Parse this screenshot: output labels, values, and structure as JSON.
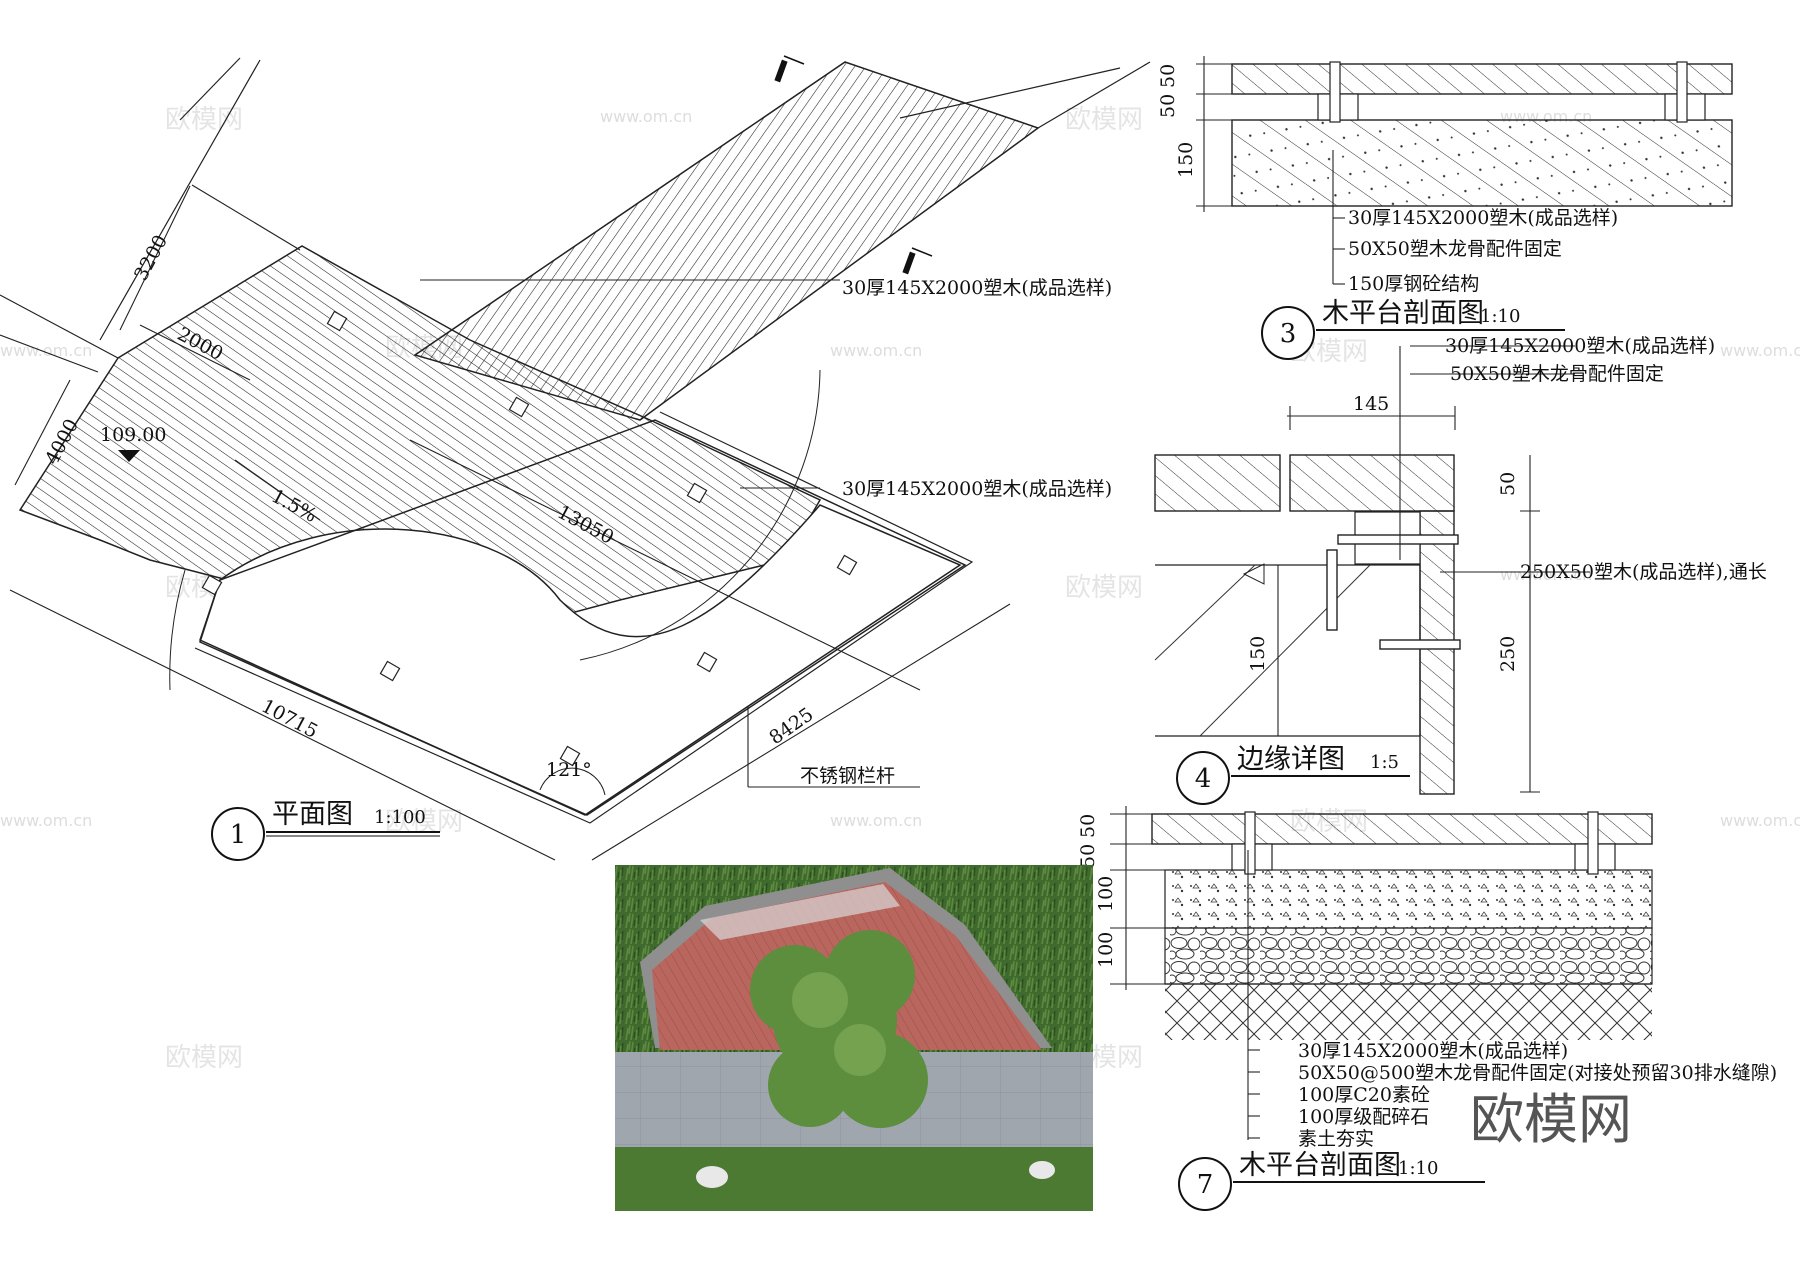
{
  "plan": {
    "title": "平面图",
    "scale": "1:100",
    "number": "1",
    "elevation": "109.00",
    "slope": "1.5%",
    "angle": "121°",
    "dims": {
      "d3200": "3200",
      "d2000": "2000",
      "d4000": "4000",
      "d13050": "13050",
      "d10715": "10715",
      "d8425": "8425"
    },
    "notes": {
      "decking_upper": "30厚145X2000塑木(成品选样)",
      "decking_lower": "30厚145X2000塑木(成品选样)",
      "railing": "不锈钢栏杆"
    }
  },
  "section3": {
    "title": "木平台剖面图",
    "scale": "1:10",
    "number": "3",
    "dims": {
      "a": "50",
      "b": "50",
      "c": "150"
    },
    "notes": [
      "30厚145X2000塑木(成品选样)",
      "50X50塑木龙骨配件固定",
      "150厚钢砼结构"
    ]
  },
  "detail4": {
    "title": "边缘详图",
    "scale": "1:5",
    "number": "4",
    "dims": {
      "w145": "145",
      "h50": "50",
      "h150": "150",
      "h250": "250"
    },
    "notes": [
      "30厚145X2000塑木(成品选样)",
      "50X50塑木龙骨配件固定",
      "250X50塑木(成品选样),通长"
    ]
  },
  "section7": {
    "title": "木平台剖面图",
    "scale": "1:10",
    "number": "7",
    "dims": {
      "a": "50",
      "b": "50",
      "c": "100",
      "d": "100"
    },
    "notes": [
      "30厚145X2000塑木(成品选样)",
      "50X50@500塑木龙骨配件固定(对接处预留30排水缝隙)",
      "100厚C20素砼",
      "100厚级配碎石",
      "素土夯实"
    ]
  },
  "watermark": {
    "text": "欧模网",
    "url": "www.om.cn"
  },
  "brand": "欧模网"
}
